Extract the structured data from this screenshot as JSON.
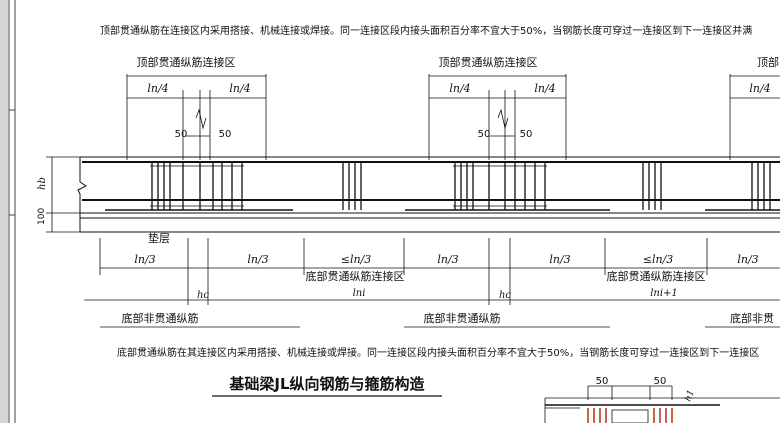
{
  "notes": {
    "top_note": "顶部贯通纵筋在连接区内采用搭接、机械连接或焊接。同一连接区段内接头面积百分率不宜大于50%，当钢筋长度可穿过一连接区到下一连接区并满",
    "bottom_note": "底部贯通纵筋在其连接区内采用搭接、机械连接或焊接。同一连接区段内接头面积百分率不宜大于50%，当钢筋长度可穿过一连接区到下一连接区"
  },
  "labels": {
    "top_zone": "顶部贯通纵筋连接区",
    "top_zone_cut": "顶部",
    "bottom_zone": "底部贯通纵筋连接区",
    "bottom_non_through": "底部非贯通纵筋",
    "bottom_non_through_cut": "底部非贯",
    "cushion": "垫层",
    "title": "基础梁JL纵向钢筋与箍筋构造"
  },
  "dims": {
    "ln4": "ln/4",
    "ln3": "ln/3",
    "le_ln3": "≤ln/3",
    "fifty": "50",
    "lni": "lni",
    "lni1": "lni+1",
    "hc": "hc",
    "hb": "hb",
    "hundred": "100",
    "h1": "h1"
  },
  "colors": {
    "line": "#111111",
    "rebar": "#111111",
    "rebar_red": "#c0392b",
    "frame": "#9aa0a6"
  }
}
